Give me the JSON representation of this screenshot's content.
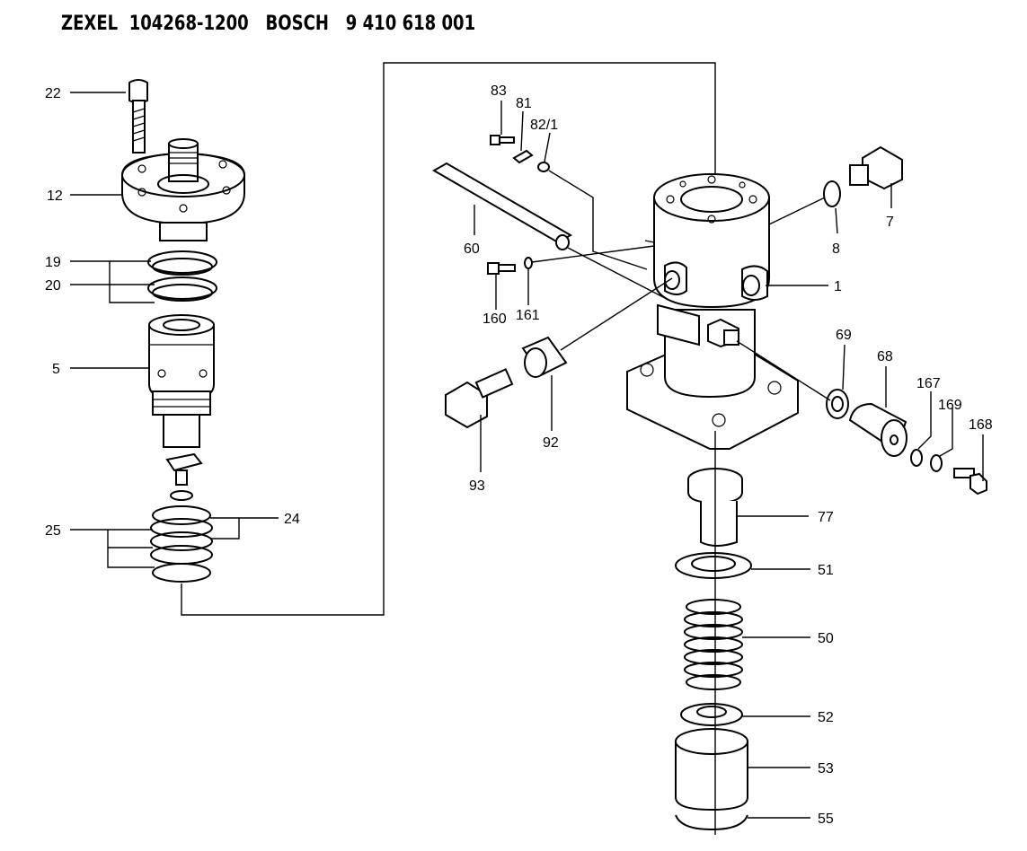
{
  "header": {
    "title": "ZEXEL  104268-1200   BOSCH   9 410 618 001"
  },
  "labels": {
    "p22": "22",
    "p12": "12",
    "p19": "19",
    "p20": "20",
    "p5": "5",
    "p25": "25",
    "p24": "24",
    "p83": "83",
    "p81": "81",
    "p82_1": "82/1",
    "p60": "60",
    "p160": "160",
    "p161": "161",
    "p93": "93",
    "p92": "92",
    "p1": "1",
    "p7": "7",
    "p8": "8",
    "p69": "69",
    "p68": "68",
    "p167": "167",
    "p169": "169",
    "p168": "168",
    "p77": "77",
    "p51": "51",
    "p50": "50",
    "p52": "52",
    "p53": "53",
    "p55": "55"
  }
}
